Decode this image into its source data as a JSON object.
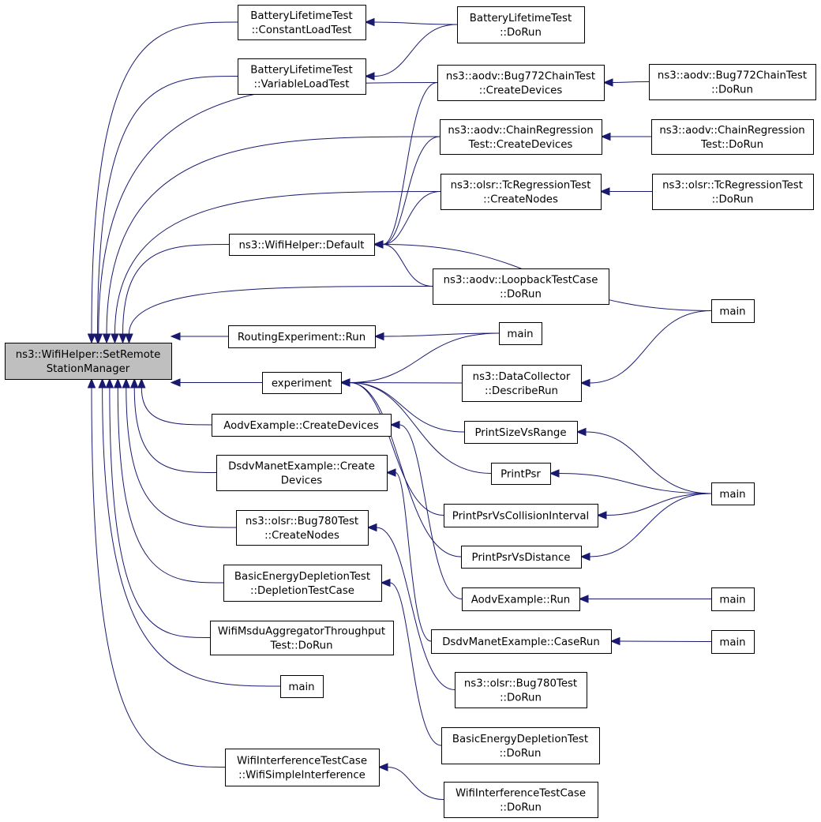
{
  "diagram": {
    "colors": {
      "edge": "#191970",
      "root_fill": "#bfbfbf",
      "node_fill": "#ffffff",
      "node_border": "#000000"
    },
    "nodes": [
      {
        "id": "root",
        "lines": [
          "ns3::WifiHelper::SetRemote",
          "StationManager"
        ],
        "root": true
      },
      {
        "id": "blt_const",
        "lines": [
          "BatteryLifetimeTest",
          "::ConstantLoadTest"
        ]
      },
      {
        "id": "blt_var",
        "lines": [
          "BatteryLifetimeTest",
          "::VariableLoadTest"
        ]
      },
      {
        "id": "blt_dorun",
        "lines": [
          "BatteryLifetimeTest",
          "::DoRun"
        ]
      },
      {
        "id": "bug772_create",
        "lines": [
          "ns3::aodv::Bug772ChainTest",
          "::CreateDevices"
        ]
      },
      {
        "id": "bug772_dorun",
        "lines": [
          "ns3::aodv::Bug772ChainTest",
          "::DoRun"
        ]
      },
      {
        "id": "chainreg_create",
        "lines": [
          "ns3::aodv::ChainRegression",
          "Test::CreateDevices"
        ]
      },
      {
        "id": "chainreg_dorun",
        "lines": [
          "ns3::aodv::ChainRegression",
          "Test::DoRun"
        ]
      },
      {
        "id": "tcreg_create",
        "lines": [
          "ns3::olsr::TcRegressionTest",
          "::CreateNodes"
        ]
      },
      {
        "id": "tcreg_dorun",
        "lines": [
          "ns3::olsr::TcRegressionTest",
          "::DoRun"
        ]
      },
      {
        "id": "wifi_default",
        "lines": [
          "ns3::WifiHelper::Default"
        ]
      },
      {
        "id": "loopback",
        "lines": [
          "ns3::aodv::LoopbackTestCase",
          "::DoRun"
        ]
      },
      {
        "id": "main_a",
        "lines": [
          "main"
        ]
      },
      {
        "id": "routing_run",
        "lines": [
          "RoutingExperiment::Run"
        ]
      },
      {
        "id": "main_b",
        "lines": [
          "main"
        ]
      },
      {
        "id": "experiment",
        "lines": [
          "experiment"
        ]
      },
      {
        "id": "dc_describe",
        "lines": [
          "ns3::DataCollector",
          "::DescribeRun"
        ]
      },
      {
        "id": "print_size",
        "lines": [
          "PrintSizeVsRange"
        ]
      },
      {
        "id": "print_psr",
        "lines": [
          "PrintPsr"
        ]
      },
      {
        "id": "print_coll",
        "lines": [
          "PrintPsrVsCollisionInterval"
        ]
      },
      {
        "id": "print_dist",
        "lines": [
          "PrintPsrVsDistance"
        ]
      },
      {
        "id": "main_c",
        "lines": [
          "main"
        ]
      },
      {
        "id": "aodv_create",
        "lines": [
          "AodvExample::CreateDevices"
        ]
      },
      {
        "id": "dsdv_create",
        "lines": [
          "DsdvManetExample::Create",
          "Devices"
        ]
      },
      {
        "id": "bug780_create",
        "lines": [
          "ns3::olsr::Bug780Test",
          "::CreateNodes"
        ]
      },
      {
        "id": "bed_case",
        "lines": [
          "BasicEnergyDepletionTest",
          "::DepletionTestCase"
        ]
      },
      {
        "id": "msdu_dorun",
        "lines": [
          "WifiMsduAggregatorThroughput",
          "Test::DoRun"
        ]
      },
      {
        "id": "main_d",
        "lines": [
          "main"
        ]
      },
      {
        "id": "wit_simple",
        "lines": [
          "WifiInterferenceTestCase",
          "::WifiSimpleInterference"
        ]
      },
      {
        "id": "aodv_run",
        "lines": [
          "AodvExample::Run"
        ]
      },
      {
        "id": "main_e",
        "lines": [
          "main"
        ]
      },
      {
        "id": "dsdv_caserun",
        "lines": [
          "DsdvManetExample::CaseRun"
        ]
      },
      {
        "id": "main_f",
        "lines": [
          "main"
        ]
      },
      {
        "id": "bug780_dorun",
        "lines": [
          "ns3::olsr::Bug780Test",
          "::DoRun"
        ]
      },
      {
        "id": "bed_dorun",
        "lines": [
          "BasicEnergyDepletionTest",
          "::DoRun"
        ]
      },
      {
        "id": "wit_dorun",
        "lines": [
          "WifiInterferenceTestCase",
          "::DoRun"
        ]
      }
    ],
    "edges": [
      [
        "blt_const",
        "root"
      ],
      [
        "blt_var",
        "root"
      ],
      [
        "bug772_create",
        "root"
      ],
      [
        "chainreg_create",
        "root"
      ],
      [
        "tcreg_create",
        "root"
      ],
      [
        "wifi_default",
        "root"
      ],
      [
        "loopback",
        "root"
      ],
      [
        "routing_run",
        "root"
      ],
      [
        "experiment",
        "root"
      ],
      [
        "aodv_create",
        "root"
      ],
      [
        "dsdv_create",
        "root"
      ],
      [
        "bug780_create",
        "root"
      ],
      [
        "bed_case",
        "root"
      ],
      [
        "msdu_dorun",
        "root"
      ],
      [
        "main_d",
        "root"
      ],
      [
        "wit_simple",
        "root"
      ],
      [
        "blt_dorun",
        "blt_const"
      ],
      [
        "blt_dorun",
        "blt_var"
      ],
      [
        "bug772_dorun",
        "bug772_create"
      ],
      [
        "chainreg_dorun",
        "chainreg_create"
      ],
      [
        "tcreg_dorun",
        "tcreg_create"
      ],
      [
        "bug772_create",
        "wifi_default"
      ],
      [
        "chainreg_create",
        "wifi_default"
      ],
      [
        "tcreg_create",
        "wifi_default"
      ],
      [
        "loopback",
        "wifi_default"
      ],
      [
        "main_a",
        "wifi_default"
      ],
      [
        "main_b",
        "routing_run"
      ],
      [
        "main_b",
        "experiment"
      ],
      [
        "dc_describe",
        "experiment"
      ],
      [
        "print_size",
        "experiment"
      ],
      [
        "print_psr",
        "experiment"
      ],
      [
        "print_coll",
        "experiment"
      ],
      [
        "print_dist",
        "experiment"
      ],
      [
        "main_a",
        "dc_describe"
      ],
      [
        "main_c",
        "print_size"
      ],
      [
        "main_c",
        "print_psr"
      ],
      [
        "main_c",
        "print_coll"
      ],
      [
        "main_c",
        "print_dist"
      ],
      [
        "aodv_run",
        "aodv_create"
      ],
      [
        "main_e",
        "aodv_run"
      ],
      [
        "dsdv_caserun",
        "dsdv_create"
      ],
      [
        "main_f",
        "dsdv_caserun"
      ],
      [
        "bug780_dorun",
        "bug780_create"
      ],
      [
        "bed_dorun",
        "bed_case"
      ],
      [
        "wit_dorun",
        "wit_simple"
      ]
    ]
  }
}
